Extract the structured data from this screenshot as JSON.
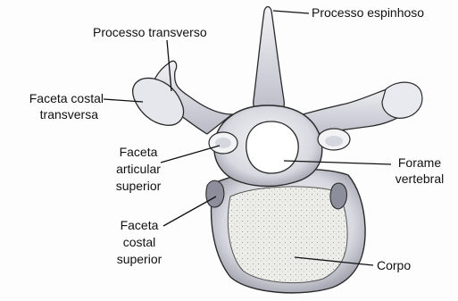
{
  "labels": {
    "processo_espinhoso": "Processo espinhoso",
    "processo_transverso": "Processo transverso",
    "faceta_costal_transversa_l1": "Faceta costal",
    "faceta_costal_transversa_l2": "transversa",
    "faceta_articular_l1": "Faceta",
    "faceta_articular_l2": "articular",
    "faceta_articular_l3": "superior",
    "forame_l1": "Forame",
    "forame_l2": "vertebral",
    "faceta_costal_superior_l1": "Faceta",
    "faceta_costal_superior_l2": "costal",
    "faceta_costal_superior_l3": "superior",
    "corpo": "Corpo"
  },
  "colors": {
    "outline": "#2a2a2a",
    "bone_light": "#f4f4f6",
    "bone_mid": "#c9cad3",
    "bone_dark": "#7f8090",
    "spongy": "#ecece8"
  }
}
